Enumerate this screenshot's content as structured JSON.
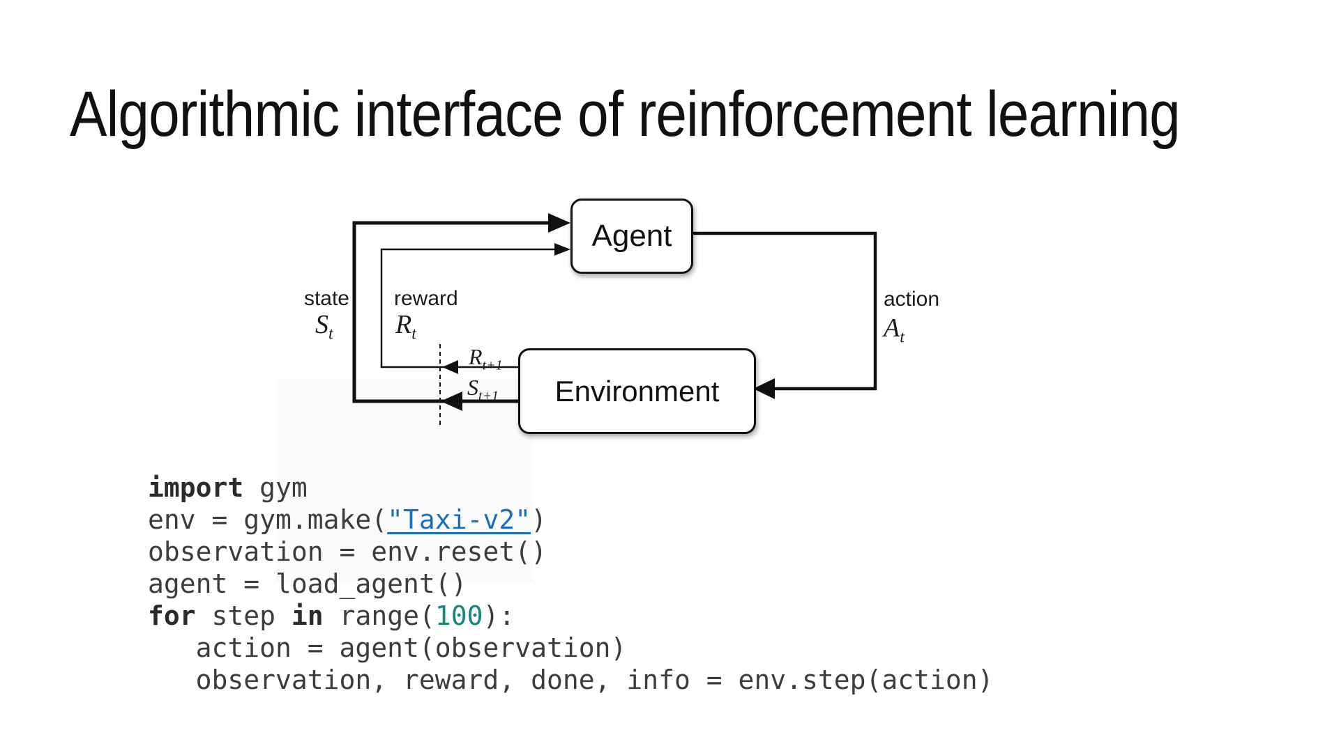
{
  "title": "Algorithmic interface of reinforcement learning",
  "colors": {
    "ink": "#111111",
    "code_text": "#3d3d3d",
    "link_blue": "#1a6fc4",
    "number_teal": "#17857c"
  },
  "diagram": {
    "agent_label": "Agent",
    "environment_label": "Environment",
    "state_label": "state",
    "state_symbol": "S",
    "state_sub": "t",
    "reward_label": "reward",
    "reward_symbol": "R",
    "reward_sub": "t",
    "action_label": "action",
    "action_symbol": "A",
    "action_sub": "t",
    "next_reward_symbol": "R",
    "next_reward_sub": "t+1",
    "next_state_symbol": "S",
    "next_state_sub": "t+1"
  },
  "code": {
    "lines": [
      [
        {
          "t": "import",
          "s": "kw"
        },
        {
          "t": " gym",
          "s": "p"
        }
      ],
      [
        {
          "t": "env = gym.make(",
          "s": "p"
        },
        {
          "t": "\"Taxi-v2\"",
          "s": "link"
        },
        {
          "t": ")",
          "s": "p"
        }
      ],
      [
        {
          "t": "observation = env.reset()",
          "s": "p"
        }
      ],
      [
        {
          "t": "agent = load_agent()",
          "s": "p"
        }
      ],
      [
        {
          "t": "for",
          "s": "kw"
        },
        {
          "t": " step ",
          "s": "p"
        },
        {
          "t": "in",
          "s": "kw"
        },
        {
          "t": " range(",
          "s": "p"
        },
        {
          "t": "100",
          "s": "num"
        },
        {
          "t": "):",
          "s": "p"
        }
      ],
      [
        {
          "t": "   action = agent(observation)",
          "s": "p"
        }
      ],
      [
        {
          "t": "   observation, reward, done, info = env.step(action)",
          "s": "p"
        }
      ]
    ]
  }
}
